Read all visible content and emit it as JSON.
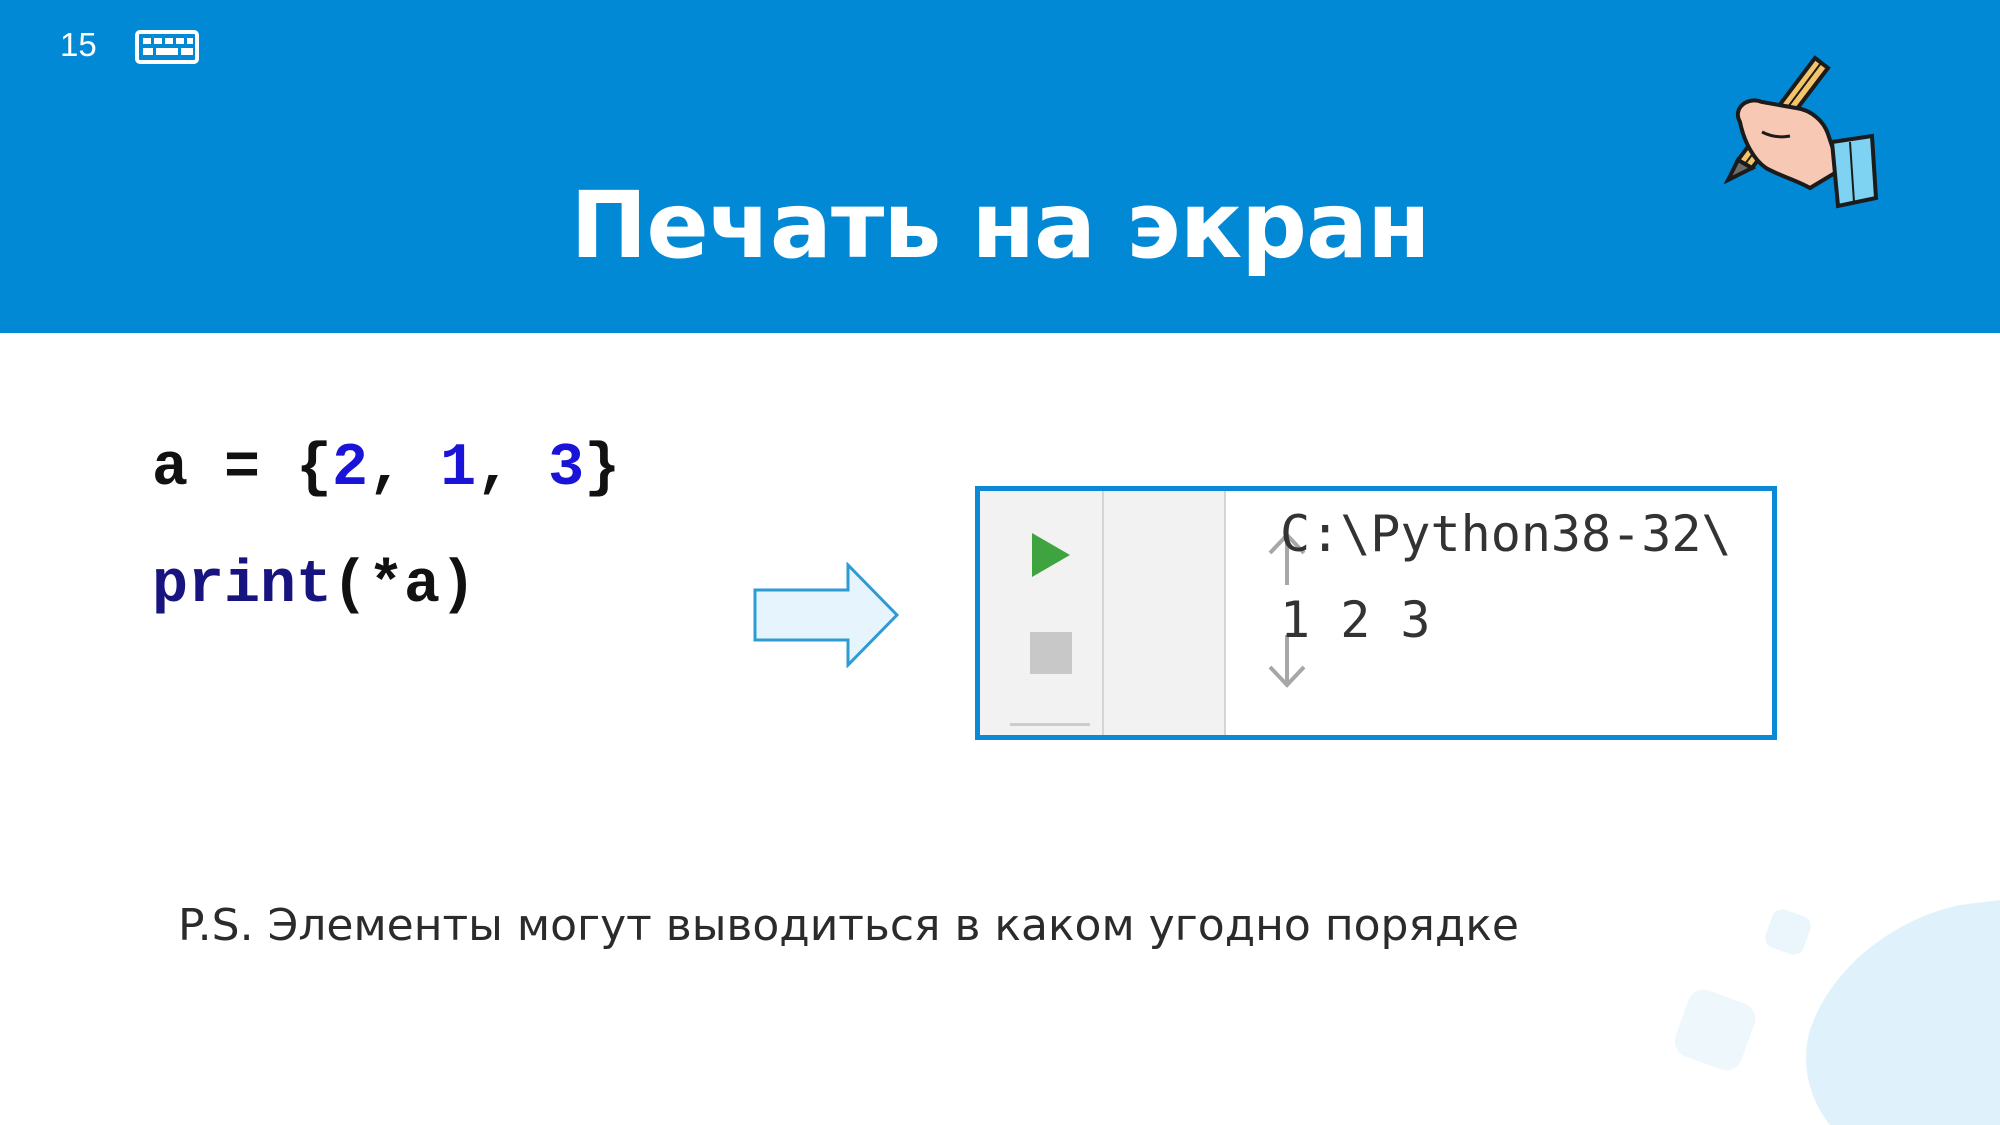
{
  "slide": {
    "number": "15",
    "title": "Печать на экран"
  },
  "code": {
    "line1": {
      "var": "a = {",
      "n1": "2",
      "sep1": ", ",
      "n2": "1",
      "sep2": ", ",
      "n3": "3",
      "close": "}"
    },
    "line2": {
      "keyword": "print",
      "args": "(*a)"
    }
  },
  "console": {
    "path": "C:\\Python38-32\\",
    "output": "1 2 3"
  },
  "note": "P.S. Элементы могут выводиться в каком угодно порядке",
  "colors": {
    "header": "#0289d6",
    "accent_border": "#0b88d6",
    "number": "#1a14d8",
    "keyword": "#17137f",
    "run": "#3fa33f"
  },
  "icons": [
    "keyboard-icon",
    "hand-pencil-icon",
    "arrow-right-icon",
    "run-icon",
    "stop-icon",
    "arrow-up-icon",
    "arrow-down-icon"
  ]
}
